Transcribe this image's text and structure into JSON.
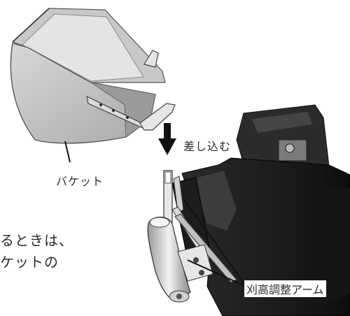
{
  "labels": {
    "bucket": "バケット",
    "insert": "差し込む",
    "cutting_height_arm": "刈高調整アーム"
  },
  "body_text": {
    "line1": "るときは、",
    "line2": "ケットの"
  }
}
